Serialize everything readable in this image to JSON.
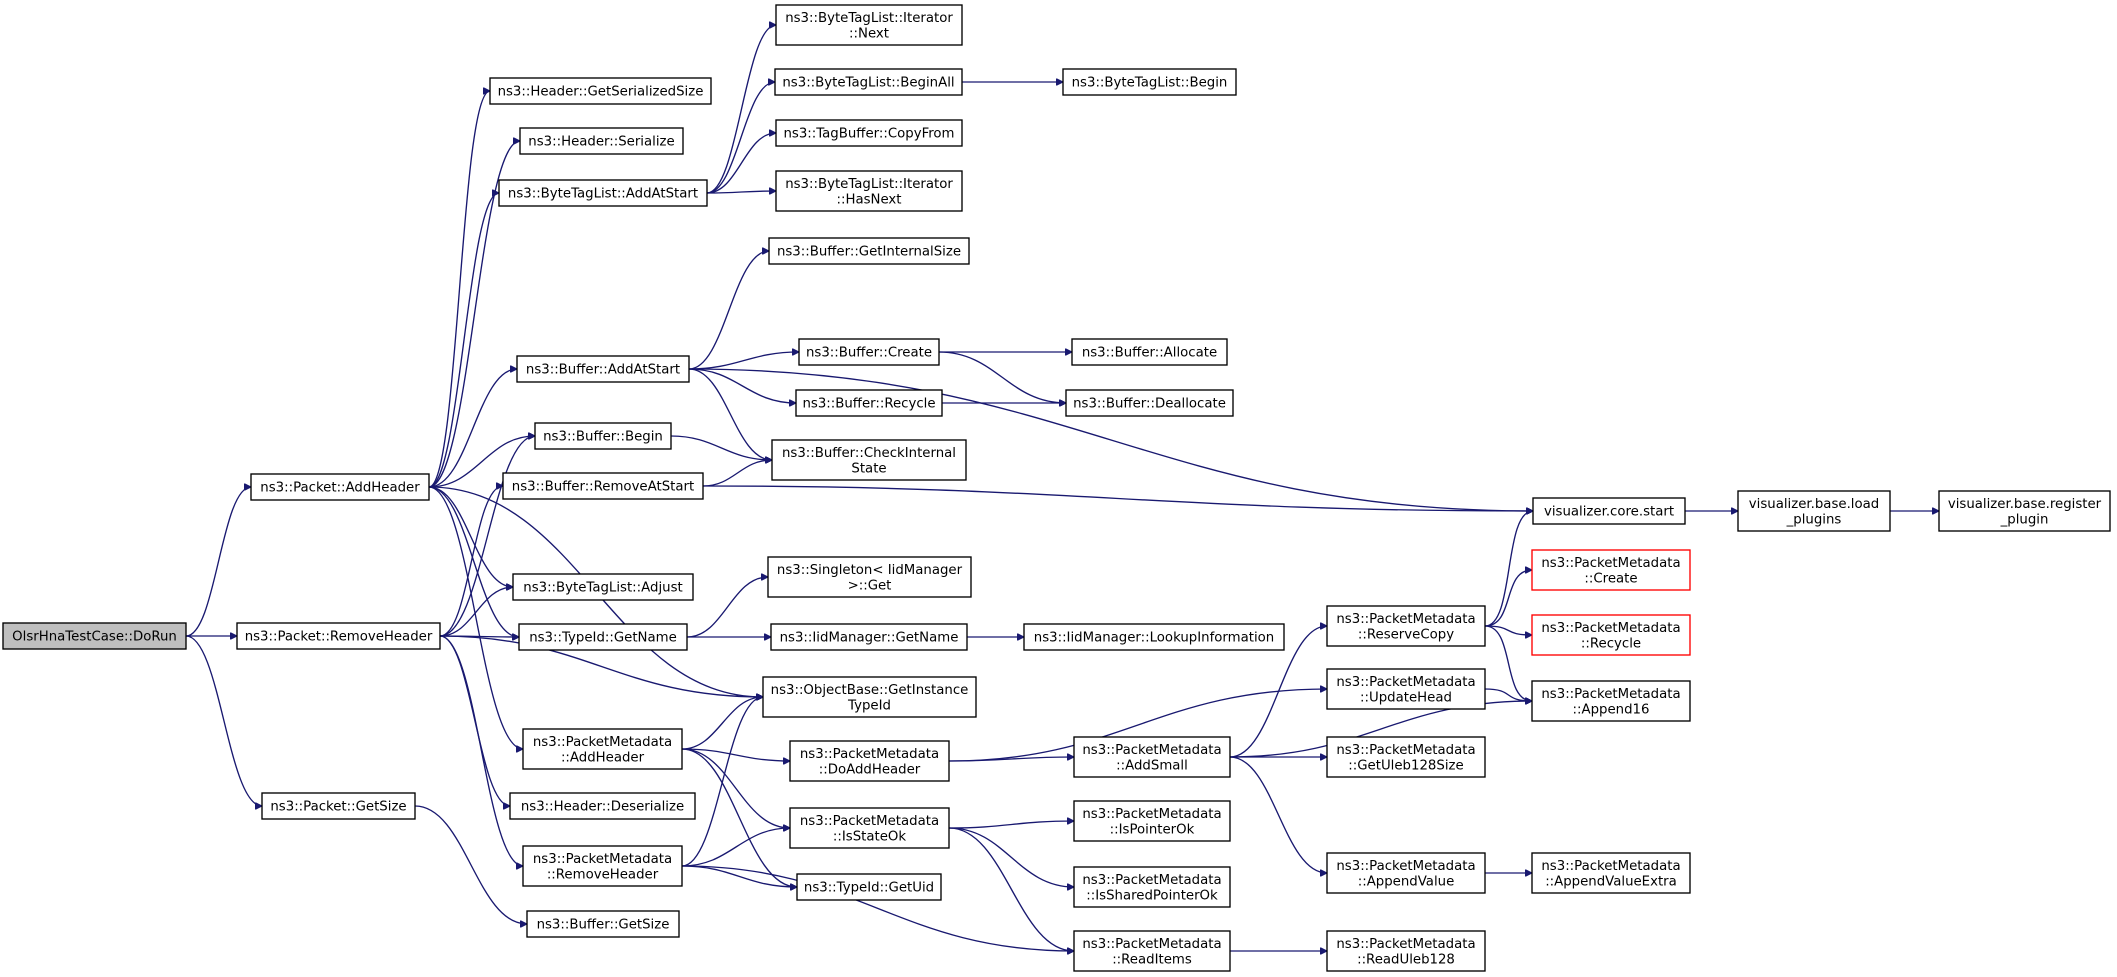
{
  "graph": {
    "colors": {
      "edge": "#191970",
      "node_border": "#000000",
      "root_fill": "#bfbfbf",
      "missing_border": "#ff0000"
    },
    "nodes": [
      {
        "id": "n0",
        "lines": [
          "OlsrHnaTestCase::DoRun"
        ],
        "kind": "root"
      },
      {
        "id": "n1",
        "lines": [
          "ns3::Packet::AddHeader"
        ]
      },
      {
        "id": "n2",
        "lines": [
          "ns3::Packet::RemoveHeader"
        ]
      },
      {
        "id": "n3",
        "lines": [
          "ns3::Packet::GetSize"
        ]
      },
      {
        "id": "n4",
        "lines": [
          "ns3::Header::GetSerializedSize"
        ]
      },
      {
        "id": "n5",
        "lines": [
          "ns3::Header::Serialize"
        ]
      },
      {
        "id": "n6",
        "lines": [
          "ns3::ByteTagList::AddAtStart"
        ]
      },
      {
        "id": "n7",
        "lines": [
          "ns3::Buffer::AddAtStart"
        ]
      },
      {
        "id": "n8",
        "lines": [
          "ns3::Buffer::Begin"
        ]
      },
      {
        "id": "n9",
        "lines": [
          "ns3::Buffer::RemoveAtStart"
        ]
      },
      {
        "id": "n10",
        "lines": [
          "ns3::ByteTagList::Adjust"
        ]
      },
      {
        "id": "n11",
        "lines": [
          "ns3::TypeId::GetName"
        ]
      },
      {
        "id": "n12",
        "lines": [
          "ns3::PacketMetadata",
          "::AddHeader"
        ]
      },
      {
        "id": "n13",
        "lines": [
          "ns3::Header::Deserialize"
        ]
      },
      {
        "id": "n14",
        "lines": [
          "ns3::PacketMetadata",
          "::RemoveHeader"
        ]
      },
      {
        "id": "n15",
        "lines": [
          "ns3::Buffer::GetSize"
        ]
      },
      {
        "id": "n16",
        "lines": [
          "ns3::ByteTagList::Iterator",
          "::Next"
        ]
      },
      {
        "id": "n17",
        "lines": [
          "ns3::ByteTagList::BeginAll"
        ]
      },
      {
        "id": "n18",
        "lines": [
          "ns3::TagBuffer::CopyFrom"
        ]
      },
      {
        "id": "n19",
        "lines": [
          "ns3::ByteTagList::Iterator",
          "::HasNext"
        ]
      },
      {
        "id": "n20",
        "lines": [
          "ns3::Buffer::GetInternalSize"
        ]
      },
      {
        "id": "n21",
        "lines": [
          "ns3::Buffer::Create"
        ]
      },
      {
        "id": "n22",
        "lines": [
          "ns3::Buffer::Recycle"
        ]
      },
      {
        "id": "n23",
        "lines": [
          "ns3::Buffer::CheckInternal",
          "State"
        ]
      },
      {
        "id": "n24",
        "lines": [
          "ns3::Singleton< IidManager",
          ">::Get"
        ]
      },
      {
        "id": "n25",
        "lines": [
          "ns3::IidManager::GetName"
        ]
      },
      {
        "id": "n26",
        "lines": [
          "ns3::ObjectBase::GetInstance",
          "TypeId"
        ]
      },
      {
        "id": "n27",
        "lines": [
          "ns3::PacketMetadata",
          "::DoAddHeader"
        ]
      },
      {
        "id": "n28",
        "lines": [
          "ns3::PacketMetadata",
          "::IsStateOk"
        ]
      },
      {
        "id": "n29",
        "lines": [
          "ns3::TypeId::GetUid"
        ]
      },
      {
        "id": "n30",
        "lines": [
          "ns3::ByteTagList::Begin"
        ]
      },
      {
        "id": "n31",
        "lines": [
          "ns3::Buffer::Allocate"
        ]
      },
      {
        "id": "n32",
        "lines": [
          "ns3::Buffer::Deallocate"
        ]
      },
      {
        "id": "n33",
        "lines": [
          "ns3::IidManager::LookupInformation"
        ]
      },
      {
        "id": "n34",
        "lines": [
          "ns3::PacketMetadata",
          "::AddSmall"
        ]
      },
      {
        "id": "n35",
        "lines": [
          "ns3::PacketMetadata",
          "::IsPointerOk"
        ]
      },
      {
        "id": "n36",
        "lines": [
          "ns3::PacketMetadata",
          "::IsSharedPointerOk"
        ]
      },
      {
        "id": "n37",
        "lines": [
          "ns3::PacketMetadata",
          "::ReadItems"
        ]
      },
      {
        "id": "n38",
        "lines": [
          "ns3::PacketMetadata",
          "::ReserveCopy"
        ]
      },
      {
        "id": "n39",
        "lines": [
          "ns3::PacketMetadata",
          "::UpdateHead"
        ]
      },
      {
        "id": "n40",
        "lines": [
          "ns3::PacketMetadata",
          "::GetUleb128Size"
        ]
      },
      {
        "id": "n41",
        "lines": [
          "ns3::PacketMetadata",
          "::AppendValue"
        ]
      },
      {
        "id": "n42",
        "lines": [
          "ns3::PacketMetadata",
          "::ReadUleb128"
        ]
      },
      {
        "id": "n43",
        "lines": [
          "visualizer.core.start"
        ]
      },
      {
        "id": "n44",
        "lines": [
          "ns3::PacketMetadata",
          "::Create"
        ],
        "kind": "missing"
      },
      {
        "id": "n45",
        "lines": [
          "ns3::PacketMetadata",
          "::Recycle"
        ],
        "kind": "missing"
      },
      {
        "id": "n46",
        "lines": [
          "ns3::PacketMetadata",
          "::Append16"
        ]
      },
      {
        "id": "n47",
        "lines": [
          "ns3::PacketMetadata",
          "::AppendValueExtra"
        ]
      },
      {
        "id": "n48",
        "lines": [
          "visualizer.base.load",
          "_plugins"
        ]
      },
      {
        "id": "n49",
        "lines": [
          "visualizer.base.register",
          "_plugin"
        ]
      }
    ],
    "edges": [
      [
        "n0",
        "n1"
      ],
      [
        "n0",
        "n2"
      ],
      [
        "n0",
        "n3"
      ],
      [
        "n1",
        "n4"
      ],
      [
        "n1",
        "n5"
      ],
      [
        "n1",
        "n6"
      ],
      [
        "n1",
        "n7"
      ],
      [
        "n1",
        "n8"
      ],
      [
        "n1",
        "n10"
      ],
      [
        "n1",
        "n11"
      ],
      [
        "n1",
        "n12"
      ],
      [
        "n1",
        "n26"
      ],
      [
        "n2",
        "n8"
      ],
      [
        "n2",
        "n9"
      ],
      [
        "n2",
        "n10"
      ],
      [
        "n2",
        "n11"
      ],
      [
        "n2",
        "n13"
      ],
      [
        "n2",
        "n14"
      ],
      [
        "n2",
        "n26"
      ],
      [
        "n3",
        "n15"
      ],
      [
        "n6",
        "n16"
      ],
      [
        "n6",
        "n17"
      ],
      [
        "n6",
        "n18"
      ],
      [
        "n6",
        "n19"
      ],
      [
        "n17",
        "n30"
      ],
      [
        "n7",
        "n20"
      ],
      [
        "n7",
        "n21"
      ],
      [
        "n7",
        "n22"
      ],
      [
        "n7",
        "n23"
      ],
      [
        "n7",
        "n43"
      ],
      [
        "n8",
        "n23"
      ],
      [
        "n9",
        "n23"
      ],
      [
        "n9",
        "n43"
      ],
      [
        "n21",
        "n31"
      ],
      [
        "n21",
        "n32"
      ],
      [
        "n22",
        "n32"
      ],
      [
        "n11",
        "n24"
      ],
      [
        "n11",
        "n25"
      ],
      [
        "n25",
        "n33"
      ],
      [
        "n12",
        "n26"
      ],
      [
        "n12",
        "n27"
      ],
      [
        "n12",
        "n28"
      ],
      [
        "n12",
        "n29"
      ],
      [
        "n14",
        "n26"
      ],
      [
        "n14",
        "n28"
      ],
      [
        "n14",
        "n29"
      ],
      [
        "n14",
        "n37"
      ],
      [
        "n27",
        "n34"
      ],
      [
        "n27",
        "n39"
      ],
      [
        "n28",
        "n35"
      ],
      [
        "n28",
        "n36"
      ],
      [
        "n28",
        "n37"
      ],
      [
        "n34",
        "n38"
      ],
      [
        "n34",
        "n40"
      ],
      [
        "n34",
        "n41"
      ],
      [
        "n34",
        "n46"
      ],
      [
        "n38",
        "n43"
      ],
      [
        "n38",
        "n44"
      ],
      [
        "n38",
        "n45"
      ],
      [
        "n38",
        "n46"
      ],
      [
        "n39",
        "n46"
      ],
      [
        "n41",
        "n47"
      ],
      [
        "n37",
        "n42"
      ],
      [
        "n43",
        "n48"
      ],
      [
        "n48",
        "n49"
      ]
    ]
  }
}
